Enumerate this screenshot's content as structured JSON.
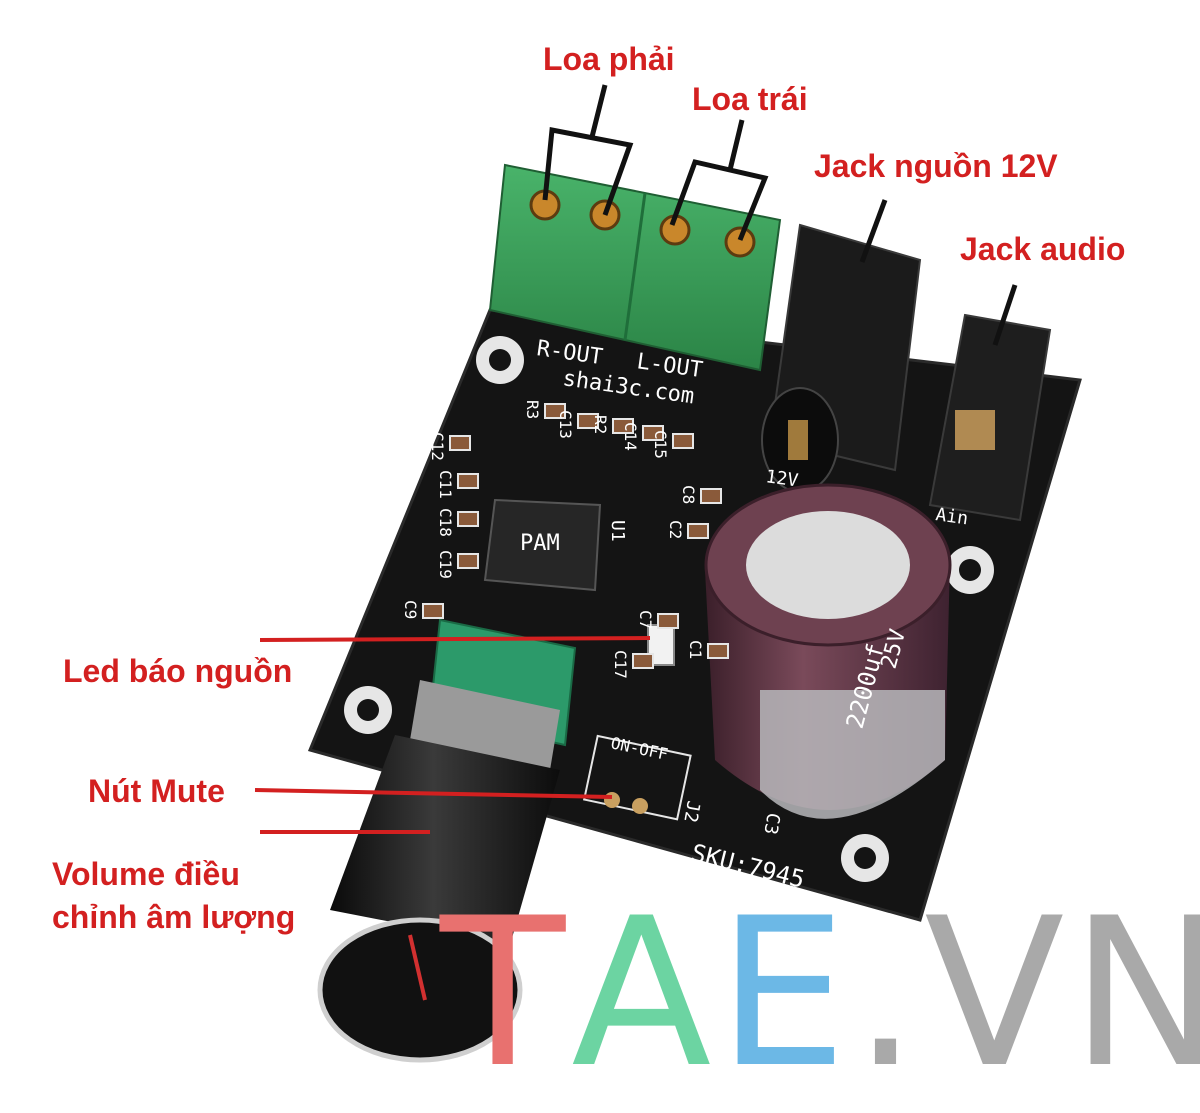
{
  "labels": {
    "right_speaker": "Loa phải",
    "left_speaker": "Loa trái",
    "power_jack": "Jack nguồn 12V",
    "audio_jack": "Jack audio",
    "power_led": "Led báo nguồn",
    "mute_button": "Nút Mute",
    "volume": "Volume điều chỉnh âm lượng"
  },
  "board_silkscreen": {
    "r_out": "R-OUT",
    "l_out": "L-OUT",
    "site": "shai3c.com",
    "switch": "ON-OFF",
    "j2": "J2",
    "sku": "SKU:7945",
    "c3": "C3",
    "u1": "U1",
    "chip": "PAM",
    "cap_value": "2200uf",
    "cap_voltage": "25V",
    "ain": "Ain",
    "v12": "12V",
    "components": [
      "C12",
      "R3",
      "C13",
      "R2",
      "C14",
      "C15",
      "C11",
      "C18",
      "C19",
      "C9",
      "C8",
      "C2",
      "C7",
      "C17",
      "C1"
    ]
  },
  "watermark": {
    "letters": [
      "T",
      "A",
      "E",
      ".",
      "V",
      "N"
    ],
    "colors": [
      "#e8716f",
      "#6cd4a2",
      "#6cb8e6",
      "#a9a9a9",
      "#a9a9a9",
      "#a9a9a9"
    ]
  }
}
